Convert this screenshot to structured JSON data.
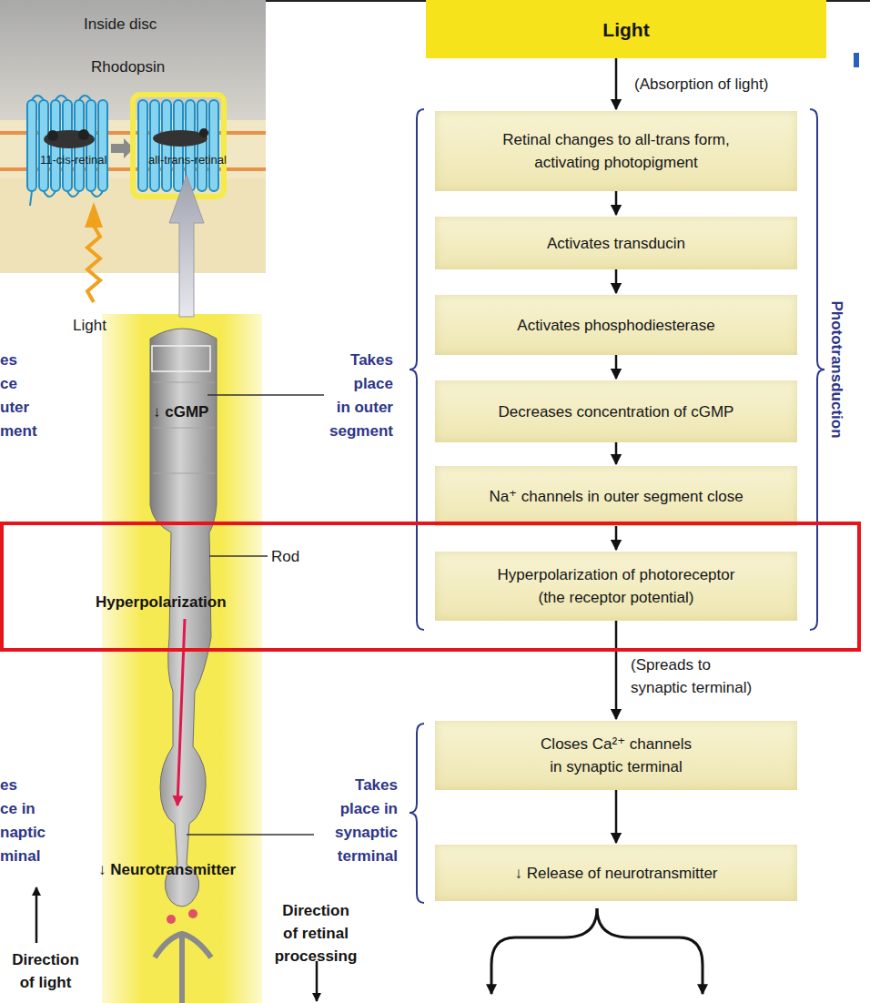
{
  "diagram": {
    "nodes": [
      {
        "text": [
          "Light"
        ]
      },
      {
        "text": [
          "Retinal changes to all-trans form, activating photopigment"
        ]
      },
      {
        "text": [
          "Activates transducin"
        ]
      },
      {
        "text": [
          "Activates phosphodiesterase"
        ]
      },
      {
        "text": [
          "Decreases concentration of cGMP"
        ]
      },
      {
        "text": [
          "Na⁺ channels in outer segment close"
        ]
      },
      {
        "text": [
          "Hyperpolarization of photoreceptor (the receptor potential)"
        ]
      },
      {
        "text": [
          "Closes Ca²⁺ channels in synaptic terminal"
        ]
      },
      {
        "text": [
          "↓ Release of neurotransmitter"
        ]
      }
    ],
    "edges": [
      {
        "from": 0,
        "to": 1,
        "arrow": "to",
        "label": "(Absorption of light)"
      },
      {
        "from": 1,
        "to": 2,
        "arrow": "to"
      },
      {
        "from": 2,
        "to": 3,
        "arrow": "to"
      },
      {
        "from": 3,
        "to": 4,
        "arrow": "to"
      },
      {
        "from": 4,
        "to": 5,
        "arrow": "to"
      },
      {
        "from": 5,
        "to": 6,
        "arrow": "to"
      },
      {
        "from": 6,
        "to": 7,
        "arrow": "to",
        "label": "(Spreads to synaptic terminal)"
      },
      {
        "from": 7,
        "to": 8,
        "arrow": "to"
      }
    ],
    "labels": [
      "Inside disc",
      "Rhodopsin",
      "11-cis-retinal",
      "all-trans-retinal",
      "Light",
      "es ce uter ment",
      "↓ cGMP",
      "Takes place in outer segment",
      "Rod",
      "Hyperpolarization",
      "es ce in naptic minal",
      "Takes place in synaptic terminal",
      "↓ Neurotransmitter",
      "Direction of light",
      "Direction of retinal processing",
      "Phototransduction"
    ]
  }
}
